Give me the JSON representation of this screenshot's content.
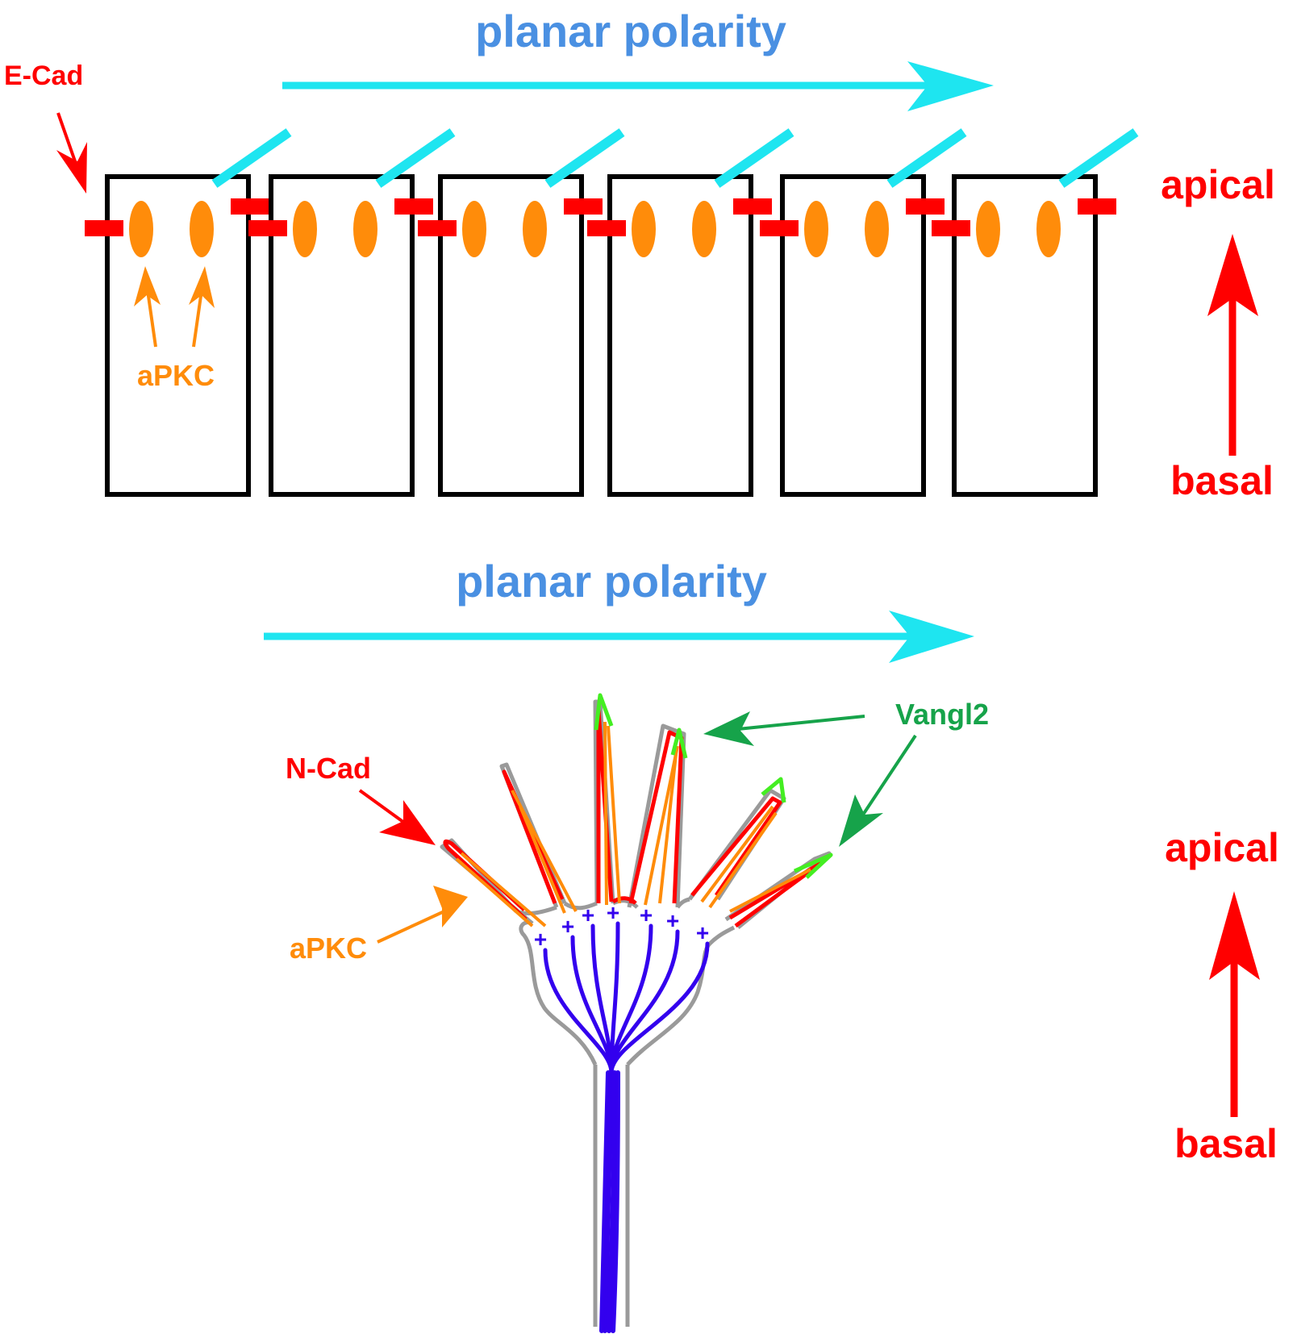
{
  "top_panel": {
    "title": "planar polarity",
    "ecad_label": "E-Cad",
    "apkc_label": "aPKC",
    "apical_label": "apical",
    "basal_label": "basal",
    "cell_count": 6
  },
  "bottom_panel": {
    "title": "planar polarity",
    "ncad_label": "N-Cad",
    "apkc_label": "aPKC",
    "vangl2_label": "Vangl2",
    "apical_label": "apical",
    "basal_label": "basal",
    "plus_symbol": "+"
  },
  "colors": {
    "title_blue": "#4a90e2",
    "arrow_cyan": "#1ee5f0",
    "red": "#ff0000",
    "orange": "#ff8c0a",
    "green": "#16a34a",
    "lime": "#44ee22",
    "purple": "#3300ee",
    "gray": "#9a9a9a",
    "black": "#000000"
  }
}
